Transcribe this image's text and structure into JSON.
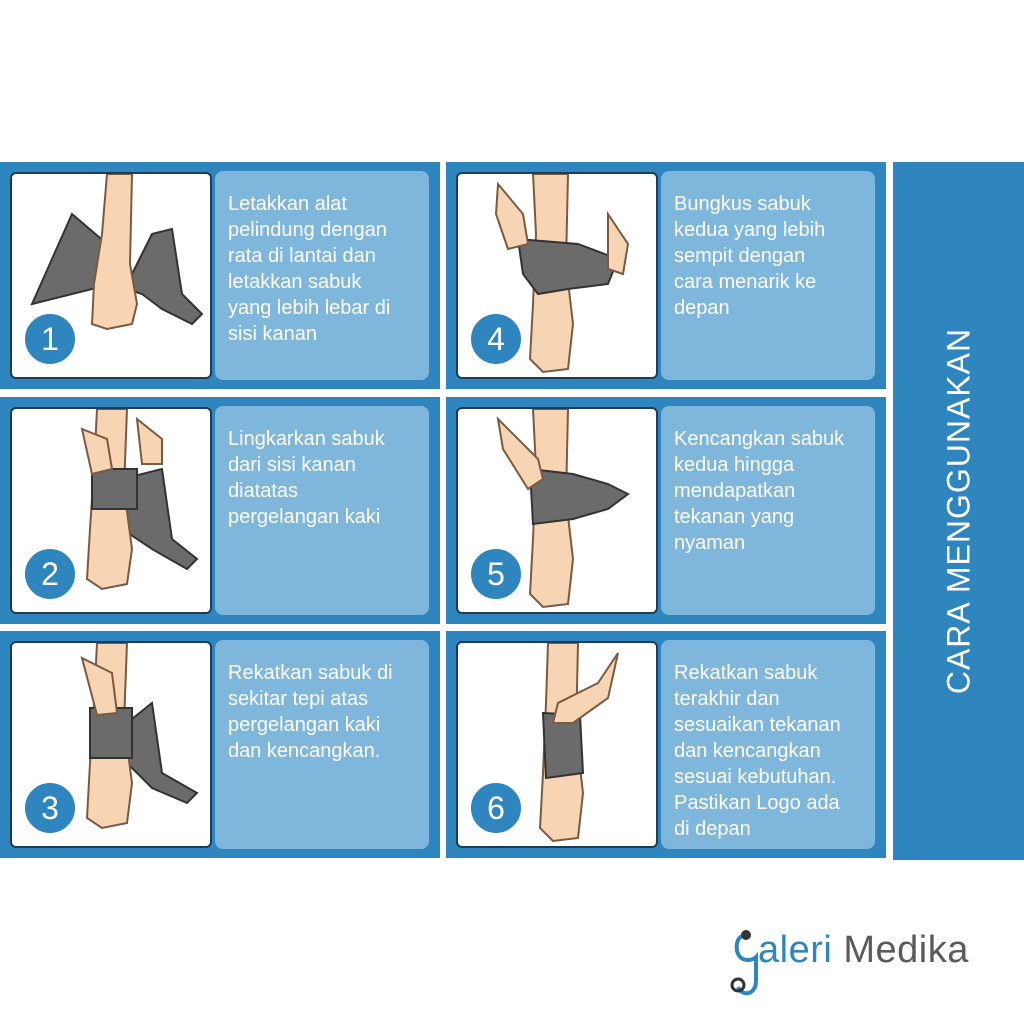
{
  "sidebar": {
    "title": "CARA MENGGUNAKAN"
  },
  "steps": [
    {
      "number": "1",
      "text": "Letakkan alat\npelindung dengan\nrata di lantai dan\nletakkan sabuk\nyang lebih lebar di\nsisi kanan"
    },
    {
      "number": "2",
      "text": "Lingkarkan sabuk\ndari sisi kanan\ndiatatas\npergelangan kaki"
    },
    {
      "number": "3",
      "text": "Rekatkan sabuk di\nsekitar tepi atas\npergelangan kaki\ndan kencangkan."
    },
    {
      "number": "4",
      "text": "Bungkus sabuk\nkedua yang lebih\nsempit dengan\ncara menarik ke\ndepan"
    },
    {
      "number": "5",
      "text": "Kencangkan sabuk\nkedua hingga\nmendapatkan\ntekanan yang\nnyaman"
    },
    {
      "number": "6",
      "text": "Rekatkan sabuk\nterakhir dan\nsesuaikan tekanan\ndan kencangkan\nsesuai kebutuhan.\nPastikan Logo ada\ndi depan"
    }
  ],
  "logo": {
    "part1": "aleri",
    "part2": " Medika"
  },
  "colors": {
    "primary": "#2f86bf",
    "panel": "#7fb6dc",
    "skin": "#f7d4b3",
    "brace": "#6b6b6b"
  },
  "icons": {
    "step_image": "ankle-brace-illustration",
    "logo": "stethoscope-icon"
  }
}
